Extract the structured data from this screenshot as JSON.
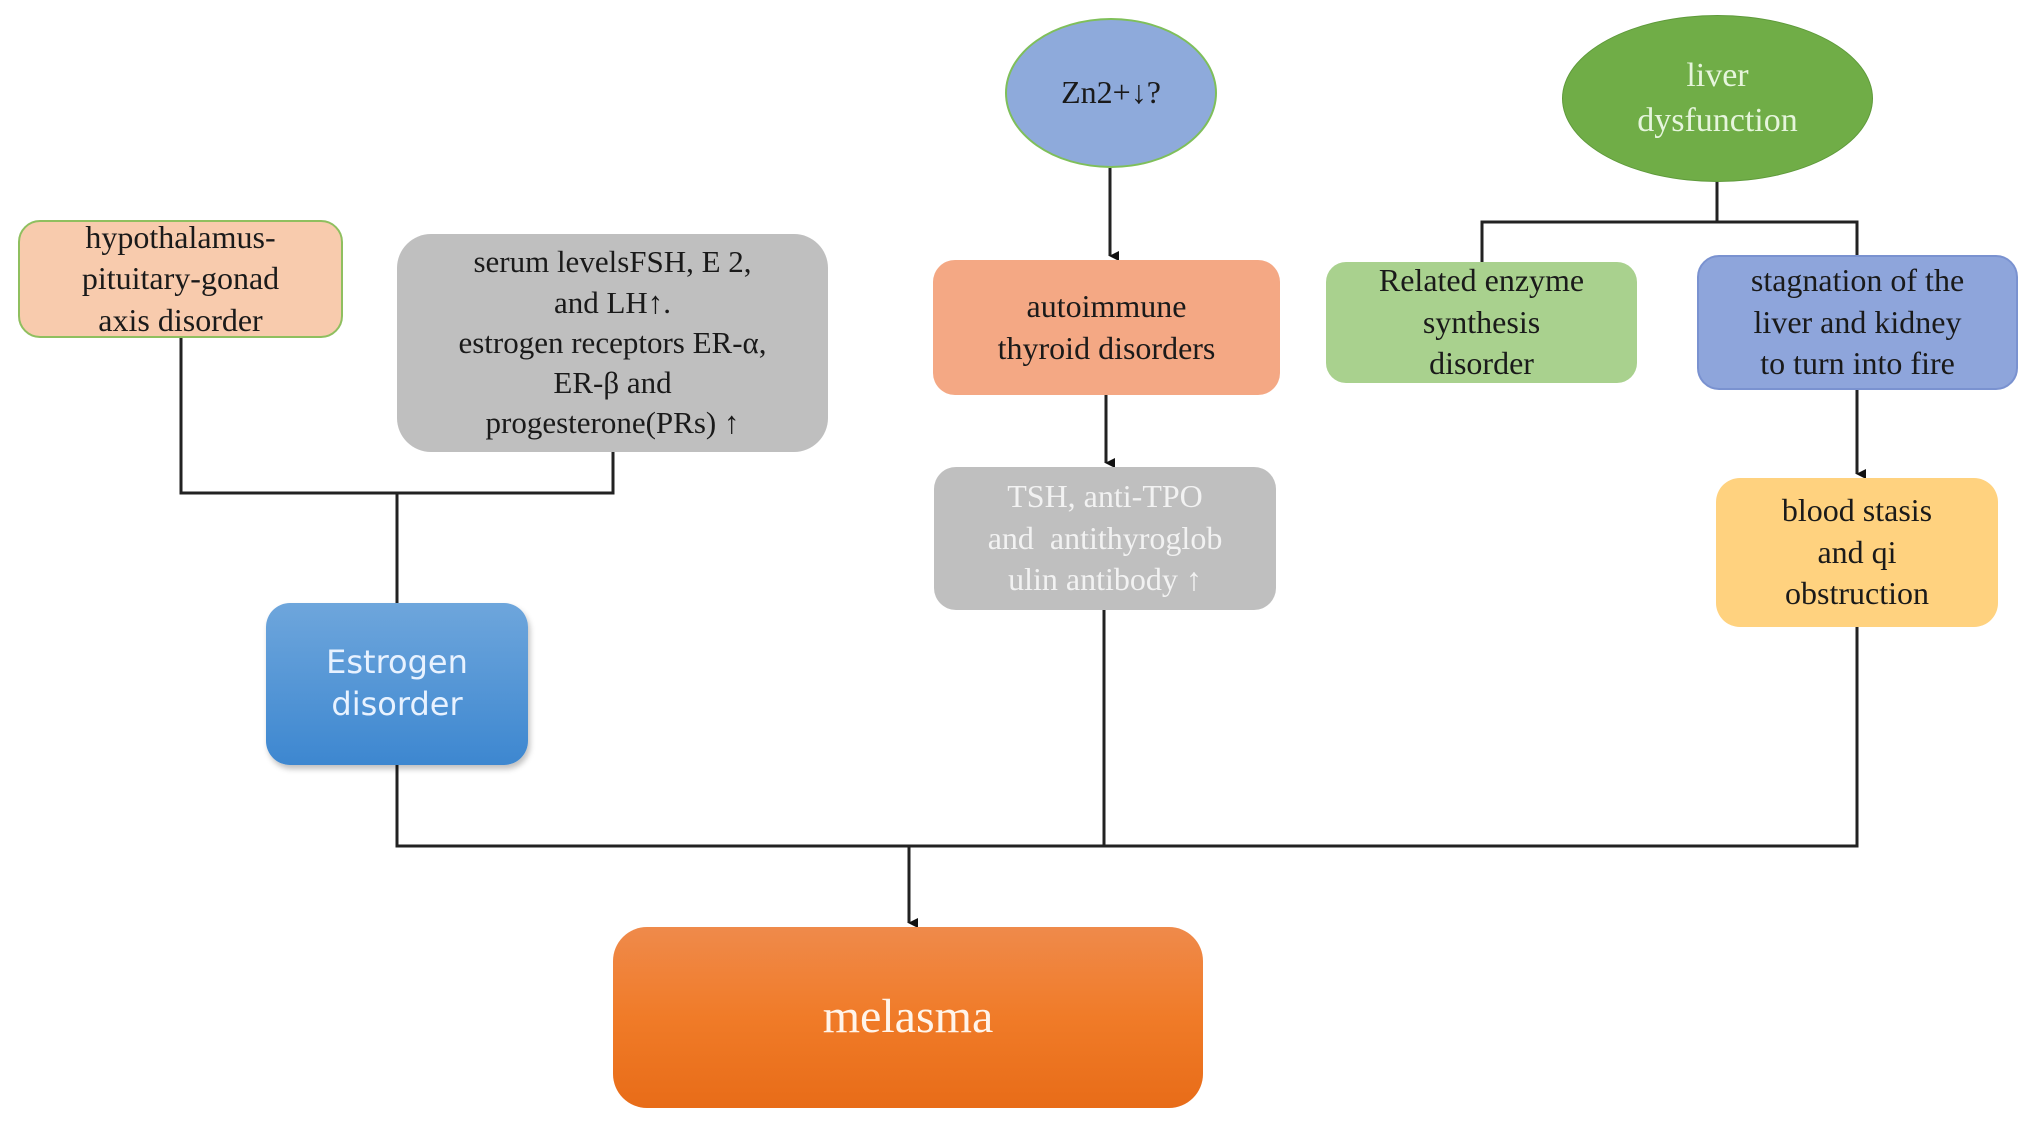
{
  "diagram": {
    "title": "Pathogenesis of melasma",
    "nodes": {
      "hypothalamus": {
        "lines": [
          "hypothalamus-",
          "pituitary-gonad",
          "axis disorder"
        ],
        "color": "#f8cbad"
      },
      "serum_levels": {
        "lines": [
          "serum levelsFSH, E 2,",
          "and LH↑.",
          "estrogen receptors ER-α,",
          "ER-β and",
          "progesterone(PRs) ↑"
        ],
        "color": "#bfbfbf"
      },
      "estrogen_disorder": {
        "lines": [
          "Estrogen",
          "disorder"
        ],
        "color": "#4a90d6"
      },
      "zinc": {
        "lines": [
          "Zn2+↓?"
        ],
        "color": "#8eaadb"
      },
      "autoimmune_thyroid": {
        "lines": [
          "autoimmune",
          "thyroid disorders"
        ],
        "color": "#f4a884"
      },
      "thyroid_antibodies": {
        "lines": [
          "TSH, anti-TPO",
          "and  antithyroglob",
          "ulin antibody ↑"
        ],
        "color": "#bfbfbf"
      },
      "liver_dysfunction": {
        "lines": [
          "liver",
          "dysfunction"
        ],
        "color": "#70ad47"
      },
      "enzyme_synthesis": {
        "lines": [
          "Related enzyme",
          "synthesis",
          "disorder"
        ],
        "color": "#a9d18e"
      },
      "stagnation": {
        "lines": [
          "stagnation of the",
          "liver and kidney",
          "to turn into fire"
        ],
        "color": "#8ea5db"
      },
      "blood_stasis": {
        "lines": [
          "blood stasis",
          "and qi",
          "obstruction"
        ],
        "color": "#ffd27f"
      },
      "melasma": {
        "lines": [
          "melasma"
        ],
        "color": "#f07b28"
      }
    },
    "edges": [
      {
        "from": "hypothalamus",
        "to": "estrogen_disorder",
        "arrow": false
      },
      {
        "from": "serum_levels",
        "to": "estrogen_disorder",
        "arrow": false
      },
      {
        "from": "zinc",
        "to": "autoimmune_thyroid",
        "arrow": true
      },
      {
        "from": "autoimmune_thyroid",
        "to": "thyroid_antibodies",
        "arrow": true
      },
      {
        "from": "liver_dysfunction",
        "to": "enzyme_synthesis",
        "arrow": false
      },
      {
        "from": "liver_dysfunction",
        "to": "stagnation",
        "arrow": false
      },
      {
        "from": "stagnation",
        "to": "blood_stasis",
        "arrow": true
      },
      {
        "from": "estrogen_disorder",
        "to": "melasma",
        "arrow": true
      },
      {
        "from": "thyroid_antibodies",
        "to": "melasma",
        "arrow": true
      },
      {
        "from": "blood_stasis",
        "to": "melasma",
        "arrow": true
      }
    ]
  }
}
